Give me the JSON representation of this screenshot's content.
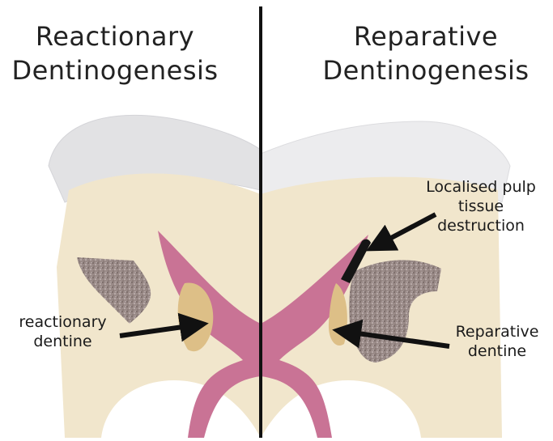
{
  "titles": {
    "left": [
      "Reactionary",
      "Dentinogenesis"
    ],
    "right": [
      "Reparative",
      "Dentinogenesis"
    ]
  },
  "labels": {
    "reactionary_dentine": [
      "reactionary",
      "dentine"
    ],
    "localised_destruction": [
      "Localised pulp",
      "tissue",
      "destruction"
    ],
    "reparative_dentine": [
      "Reparative",
      "dentine"
    ]
  },
  "colors": {
    "enamel": "#e4e4e6",
    "dentine": "#f1e6cc",
    "pulp": "#c97395",
    "pulp_dark": "#b45a80",
    "tertiary_dentine": "#ddbf87",
    "lesion": "#9a8b88",
    "necrosis": "#151515",
    "arrow": "#111111",
    "divider": "#111111"
  }
}
